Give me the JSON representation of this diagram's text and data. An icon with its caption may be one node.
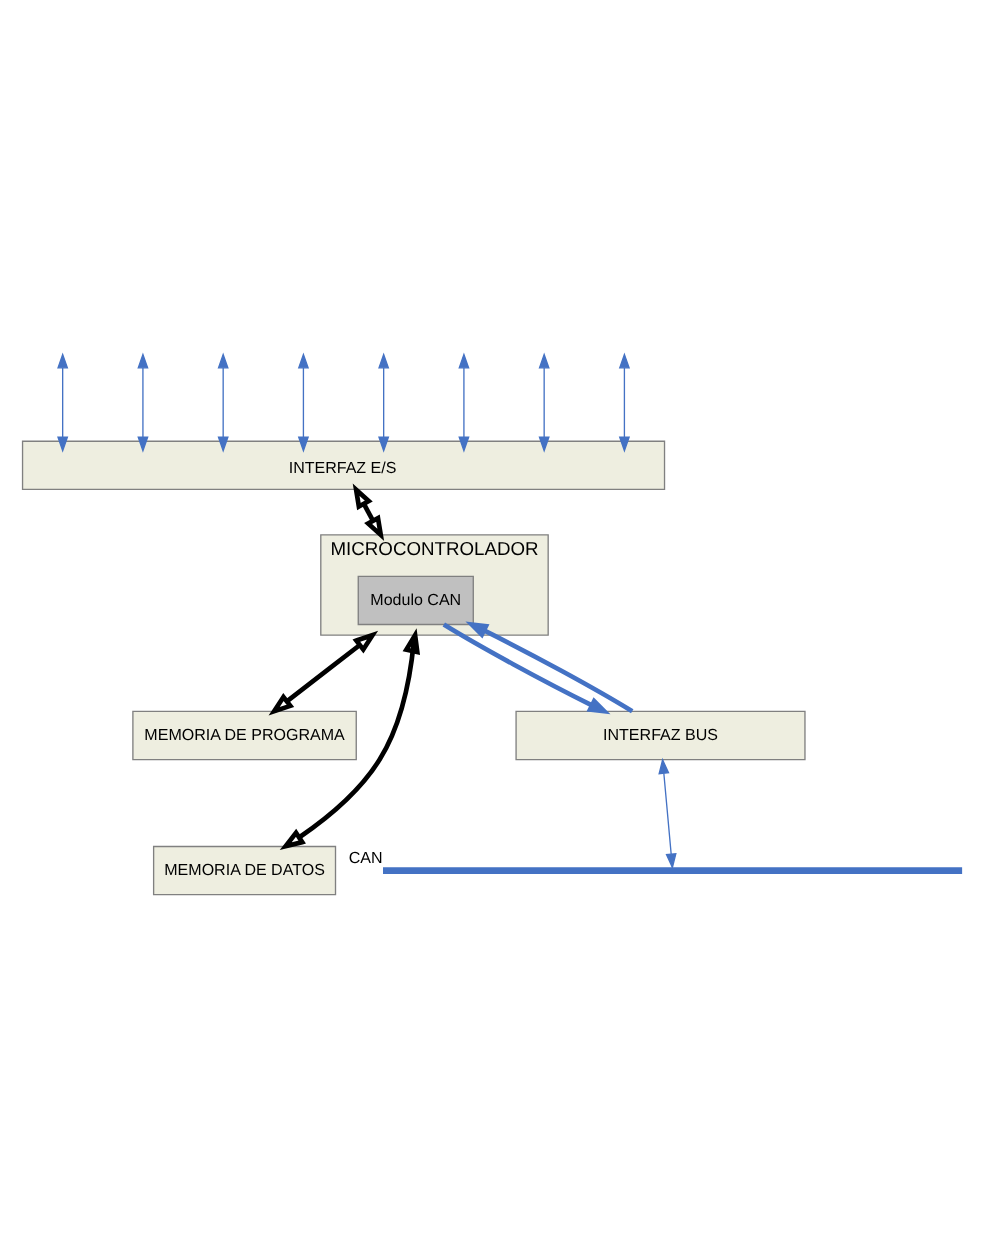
{
  "diagram": {
    "nodes": [
      {
        "text": [
          "INTERFAZ E/S"
        ]
      },
      {
        "text": [
          "MICROCONTROLADOR"
        ]
      },
      {
        "text": [
          "Modulo CAN"
        ],
        "in": 1
      },
      {
        "text": [
          "MEMORIA DE PROGRAMA"
        ]
      },
      {
        "text": [
          "MEMORIA DE DATOS"
        ]
      },
      {
        "text": [
          "INTERFAZ BUS"
        ]
      },
      {
        "text": [],
        "shape": "bar",
        "beside": [
          "CAN"
        ]
      }
    ],
    "edges": [
      {
        "from": null,
        "to": 0,
        "arrow": "both"
      },
      {
        "from": null,
        "to": 0,
        "arrow": "both"
      },
      {
        "from": null,
        "to": 0,
        "arrow": "both"
      },
      {
        "from": null,
        "to": 0,
        "arrow": "both"
      },
      {
        "from": null,
        "to": 0,
        "arrow": "both"
      },
      {
        "from": null,
        "to": 0,
        "arrow": "both"
      },
      {
        "from": null,
        "to": 0,
        "arrow": "both"
      },
      {
        "from": null,
        "to": 0,
        "arrow": "both"
      },
      {
        "from": 0,
        "to": 1,
        "arrow": "both",
        "style": "thick",
        "color": "#000000"
      },
      {
        "from": 1,
        "to": 3,
        "arrow": "both",
        "style": "thick",
        "color": "#000000"
      },
      {
        "from": 1,
        "to": 4,
        "arrow": "both",
        "style": "thick",
        "color": "#000000"
      },
      {
        "from": 2,
        "to": 5,
        "arrow": "to",
        "style": "thick"
      },
      {
        "from": 5,
        "to": 2,
        "arrow": "to",
        "style": "thick"
      },
      {
        "from": 5,
        "to": 6,
        "arrow": "both"
      }
    ]
  }
}
